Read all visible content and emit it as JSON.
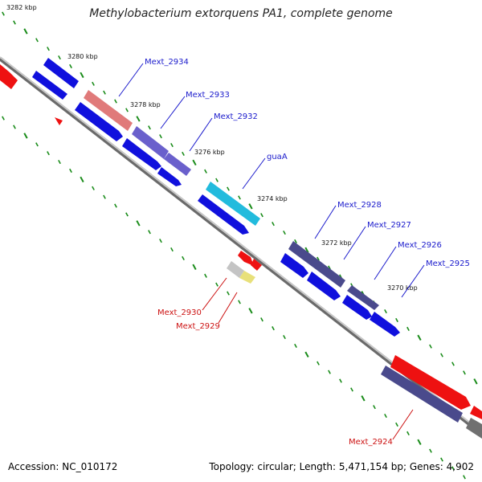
{
  "title": "Methylobacterium extorquens PA1, complete genome",
  "footer": {
    "accession": "Accession: NC_010172",
    "summary": "Topology: circular; Length: 5,471,154 bp; Genes: 4,902"
  },
  "kbp_labels": [
    "3282 kbp",
    "3280 kbp",
    "3278 kbp",
    "3276 kbp",
    "3274 kbp",
    "3272 kbp",
    "3270 kbp"
  ],
  "gene_labels_plus": [
    "Mext_2934",
    "Mext_2933",
    "Mext_2932",
    "guaA",
    "Mext_2928",
    "Mext_2927",
    "Mext_2926",
    "Mext_2925"
  ],
  "gene_labels_minus": [
    "Mext_2930",
    "Mext_2929",
    "Mext_2924"
  ],
  "colors": {
    "plus_label": "#1a1acc",
    "minus_label": "#cc1111",
    "cds_blue": "#1010dd",
    "cds_navy": "#4a4a8c",
    "cds_purple": "#6a60cc",
    "cds_red": "#ee1111",
    "cds_pink": "#e07a7a",
    "cds_cyan": "#22bbdd",
    "backbone": "#888888",
    "tick": "#1a8c1a"
  }
}
